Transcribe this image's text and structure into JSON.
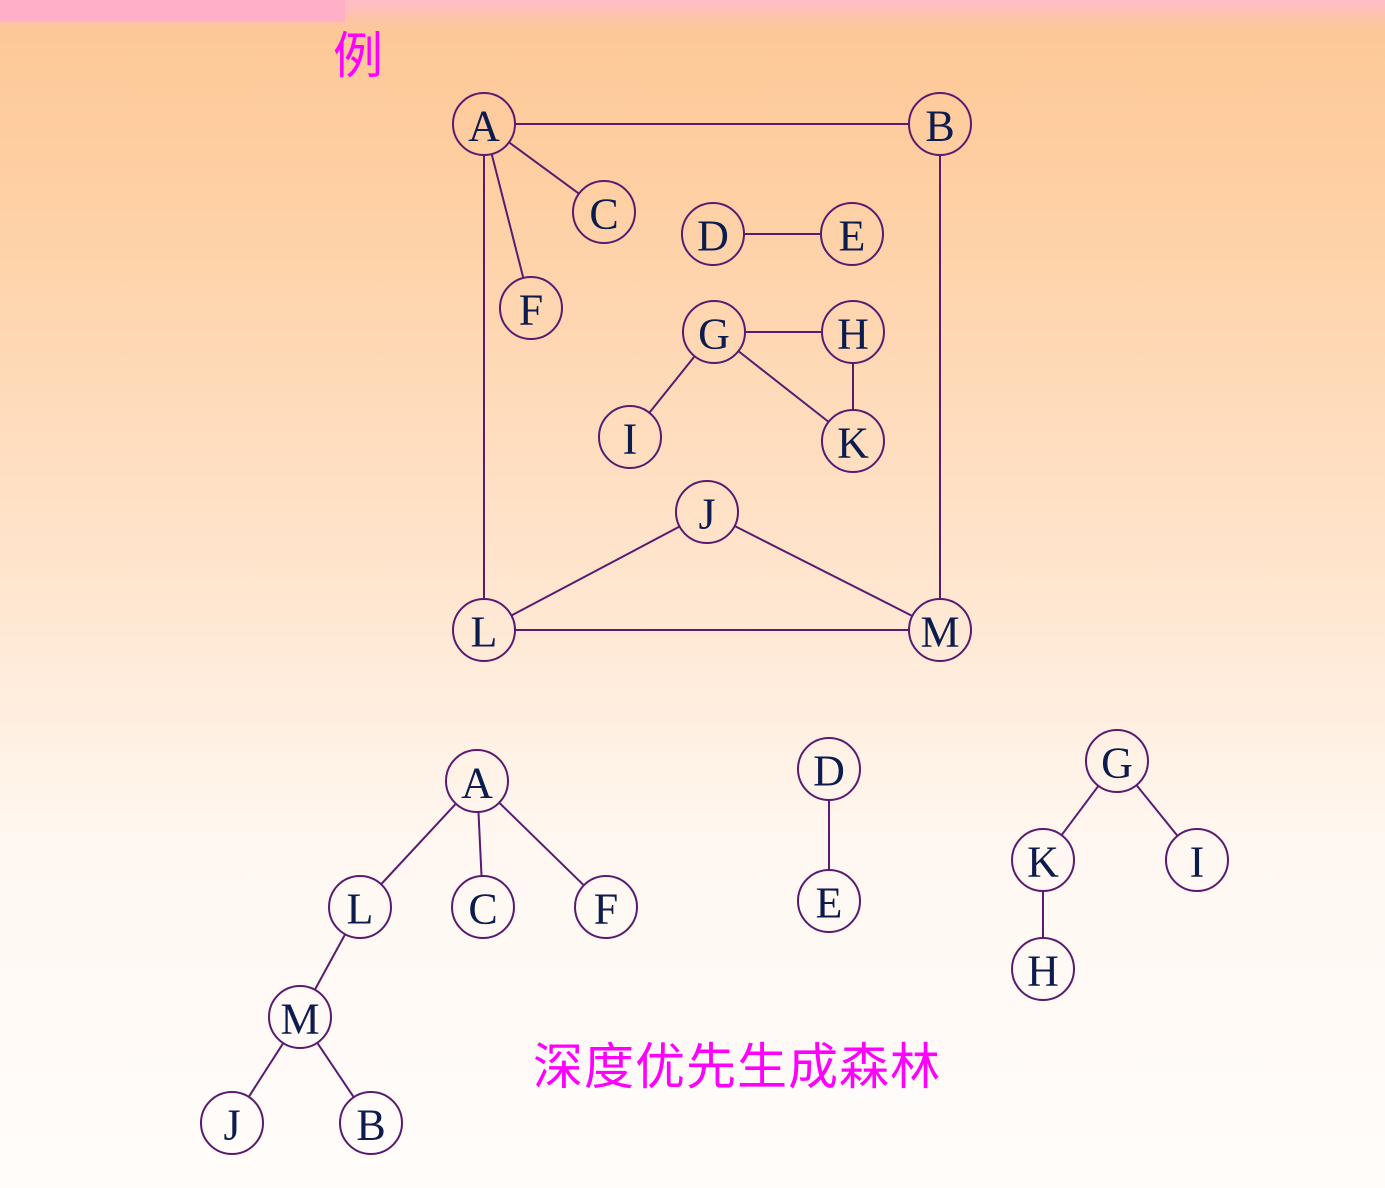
{
  "example_label": "例",
  "caption": "深度优先生成森林",
  "colors": {
    "label": "#ff00ff",
    "stroke": "#5a1a70",
    "node_text": "#0c1c4e"
  },
  "graph": {
    "nodes": [
      "A",
      "B",
      "C",
      "D",
      "E",
      "F",
      "G",
      "H",
      "I",
      "J",
      "K",
      "L",
      "M"
    ],
    "edges": [
      [
        "A",
        "B"
      ],
      [
        "A",
        "C"
      ],
      [
        "A",
        "F"
      ],
      [
        "A",
        "L"
      ],
      [
        "B",
        "M"
      ],
      [
        "D",
        "E"
      ],
      [
        "G",
        "H"
      ],
      [
        "G",
        "I"
      ],
      [
        "G",
        "K"
      ],
      [
        "H",
        "K"
      ],
      [
        "J",
        "L"
      ],
      [
        "J",
        "M"
      ],
      [
        "L",
        "M"
      ]
    ]
  },
  "forest": [
    {
      "nodes": [
        "A",
        "L",
        "C",
        "F",
        "M",
        "J",
        "B"
      ],
      "edges": [
        [
          "A",
          "L"
        ],
        [
          "A",
          "C"
        ],
        [
          "A",
          "F"
        ],
        [
          "L",
          "M"
        ],
        [
          "M",
          "J"
        ],
        [
          "M",
          "B"
        ]
      ]
    },
    {
      "nodes": [
        "D",
        "E"
      ],
      "edges": [
        [
          "D",
          "E"
        ]
      ]
    },
    {
      "nodes": [
        "G",
        "K",
        "I",
        "H"
      ],
      "edges": [
        [
          "G",
          "K"
        ],
        [
          "G",
          "I"
        ],
        [
          "K",
          "H"
        ]
      ]
    }
  ]
}
